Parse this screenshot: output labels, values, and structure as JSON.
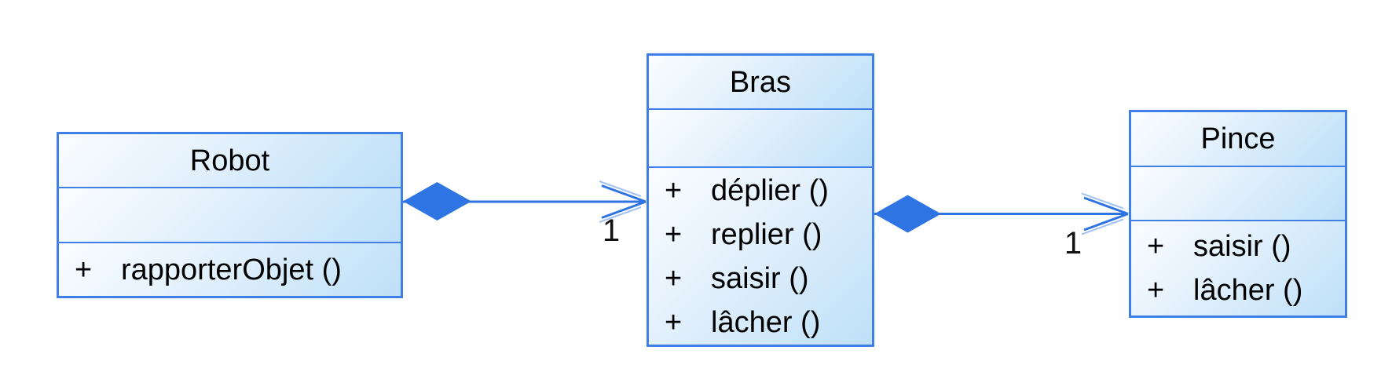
{
  "diagram": {
    "type": "uml-class-diagram",
    "language": "fr",
    "colors": {
      "box_border": "#3f80e8",
      "box_fill_top_left": "#fbfdff",
      "box_fill_bottom_right": "#bee0f8",
      "connector": "#2e74e3",
      "connector_faint": "#a4c3f2",
      "text": "#000000",
      "background": "#ffffff"
    },
    "classes": [
      {
        "name": "Robot",
        "attributes": [],
        "methods": [
          {
            "visibility": "+",
            "signature": "rapporterObjet ()"
          }
        ]
      },
      {
        "name": "Bras",
        "attributes": [],
        "methods": [
          {
            "visibility": "+",
            "signature": "déplier ()"
          },
          {
            "visibility": "+",
            "signature": "replier ()"
          },
          {
            "visibility": "+",
            "signature": "saisir ()"
          },
          {
            "visibility": "+",
            "signature": "lâcher ()"
          }
        ]
      },
      {
        "name": "Pince",
        "attributes": [],
        "methods": [
          {
            "visibility": "+",
            "signature": "saisir ()"
          },
          {
            "visibility": "+",
            "signature": "lâcher ()"
          }
        ]
      }
    ],
    "relations": [
      {
        "from": "Robot",
        "to": "Bras",
        "type": "composition",
        "diamond_end": "Robot",
        "arrow_end": "Bras",
        "multiplicity": "1"
      },
      {
        "from": "Bras",
        "to": "Pince",
        "type": "composition",
        "diamond_end": "Bras",
        "arrow_end": "Pince",
        "multiplicity": "1"
      }
    ]
  }
}
